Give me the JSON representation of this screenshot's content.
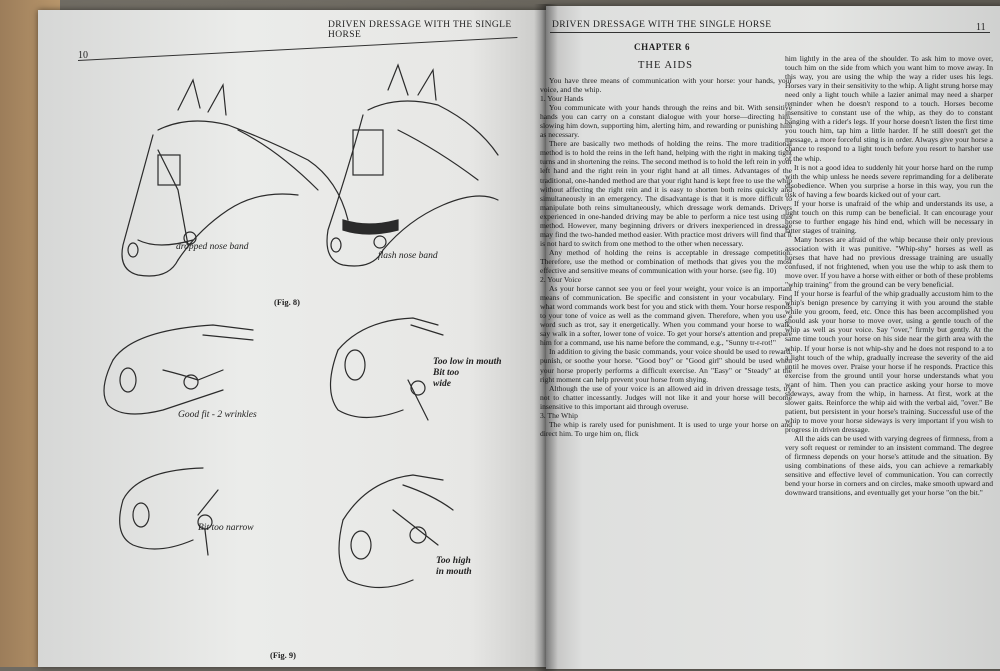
{
  "left_page": {
    "running_head": "DRIVEN DRESSAGE WITH THE SINGLE HORSE",
    "page_number": "10",
    "captions": {
      "dropped": "dropped nose band",
      "flash": "flash nose band",
      "fig8": "(Fig. 8)",
      "good_fit": "Good fit - 2 wrinkles",
      "too_low_1": "Too low in mouth",
      "too_low_2": "Bit too",
      "too_low_3": "wide",
      "too_narrow": "Bit too narrow",
      "too_high_1": "Too high",
      "too_high_2": "in mouth",
      "fig9": "(Fig. 9)"
    },
    "col": {
      "p1": "You have three means of communication with your horse: your hands, your voice, and the whip.",
      "h1": "1. Your Hands",
      "p2": "You communicate with your hands through the reins and bit. With sensitive hands you can carry on a constant dialogue with your horse—directing him, slowing him down, supporting him, alerting him, and rewarding or punishing him as necessary.",
      "p3": "There are basically two methods of holding the reins. The more traditional method is to hold the reins in the left hand, helping with the right in making tight turns and in shortening the reins. The second method is to hold the left rein in your left hand and the right rein in your right hand at all times. Advantages of the traditional, one-handed method are that your right hand is kept free to use the whip without affecting the right rein and it is easy to shorten both reins quickly and simultaneously in an emergency. The disadvantage is that it is more difficult to manipulate both reins simultaneously, which dressage work demands. Drivers experienced in one-handed driving may be able to perform a nice test using this method. However, many beginning drivers or drivers inexperienced in dressage may find the two-handed method easier. With practice most drivers will find that it is not hard to switch from one method to the other when necessary.",
      "p4": "Any method of holding the reins is acceptable in dressage competition. Therefore, use the method or combination of methods that gives you the most effective and sensitive means of communication with your horse. (see fig. 10)",
      "h2": "2. Your Voice",
      "p5": "As your horse cannot see you or feel your weight, your voice is an important means of communication. Be specific and consistent in your vocabulary. Find what word commands work best for you and stick with them. Your horse responds to your tone of voice as well as the command given. Therefore, when you use a word such as trot, say it energetically. When you command your horse to walk, say walk in a softer, lower tone of voice. To get your horse's attention and prepare him for a command, use his name before the command, e.g., \"Sunny tr-r-rot!\"",
      "p6": "In addition to giving the basic commands, your voice should be used to reward, punish, or soothe your horse. \"Good boy\" or \"Good girl\" should be used when your horse properly performs a difficult exercise. An \"Easy\" or \"Steady\" at the right moment can help prevent your horse from shying.",
      "p7": "Although the use of your voice is an allowed aid in driven dressage tests, try not to chatter incessantly. Judges will not like it and your horse will become insensitive to this important aid through overuse.",
      "h3": "3. The Whip",
      "p8": "The whip is rarely used for punishment. It is used to urge your horse on and direct him. To urge him on, flick"
    }
  },
  "right_page": {
    "running_head": "DRIVEN DRESSAGE WITH THE SINGLE HORSE",
    "page_number": "11",
    "chapter": "CHAPTER 6",
    "title": "THE AIDS",
    "col": {
      "p1": "him lightly in the area of the shoulder. To ask him to move over, touch him on the side from which you want him to move away. In this way, you are using the whip the way a rider uses his legs. Horses vary in their sensitivity to the whip. A light strung horse may need only a light touch while a lazier animal may need a sharper reminder when he doesn't respond to a touch. Horses become insensitive to constant use of the whip, as they do to constant banging with a rider's legs. If your horse doesn't listen the first time you touch him, tap him a little harder. If he still doesn't get the message, a more forceful sting is in order. Always give your horse a chance to respond to a light touch before you resort to harsher use of the whip.",
      "p2": "It is not a good idea to suddenly hit your horse hard on the rump with the whip unless he needs severe reprimanding for a deliberate disobedience. When you surprise a horse in this way, you run the risk of having a few boards kicked out of your cart.",
      "p3": "If your horse is unafraid of the whip and understands its use, a light touch on this rump can be beneficial. It can encourage your horse to further engage his hind end, which will be necessary in latter stages of training.",
      "p4": "Many horses are afraid of the whip because their only previous association with it was punitive. \"Whip-shy\" horses as well as horses that have had no previous dressage training are usually confused, if not frightened, when you use the whip to ask them to move over. If you have a horse with either or both of these problems \"whip training\" from the ground can be very beneficial.",
      "p5": "If your horse is fearful of the whip gradually accustom him to the whip's benign presence by carrying it with you around the stable while you groom, feed, etc. Once this has been accomplished you should ask your horse to move over, using a gentle touch of the whip as well as your voice. Say \"over,\" firmly but gently. At the same time touch your horse on his side near the girth area with the whip. If your horse is not whip-shy and he does not respond to a to a light touch of the whip, gradually increase the severity of the aid until he moves over. Praise your horse if he responds. Practice this exercise from the ground until your horse understands what you want of him. Then you can practice asking your horse to move sideways, away from the whip, in harness. At first, work at the slower gaits. Reinforce the whip aid with the verbal aid, \"over.\" Be patient, but persistent in your horse's training. Successful use of the whip to move your horse sideways is very important if you wish to progress in driven dressage.",
      "p6": "All the aids can be used with varying degrees of firmness, from a very soft request or reminder to an insistent command. The degree of firmness depends on your horse's attitude and the situation. By using combinations of these aids, you can achieve a remarkably sensitive and effective level of communication. You can correctly bend your horse in corners and on circles, make smooth upward and downward transitions, and eventually get your horse \"on the bit.\""
    }
  },
  "colors": {
    "paper": "#e6e7e5",
    "ink": "#222222",
    "background": "#6e6a62"
  }
}
